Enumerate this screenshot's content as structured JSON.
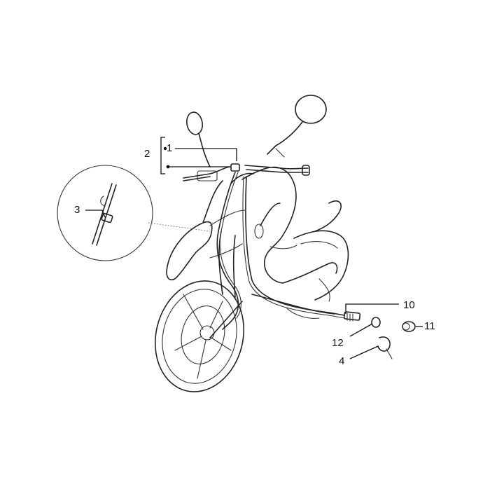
{
  "callouts": [
    {
      "id": "c1",
      "label": "1"
    },
    {
      "id": "c2",
      "label": "2"
    },
    {
      "id": "c3",
      "label": "3"
    },
    {
      "id": "c4",
      "label": "4"
    },
    {
      "id": "c10",
      "label": "10"
    },
    {
      "id": "c11",
      "label": "11"
    },
    {
      "id": "c12",
      "label": "12"
    }
  ]
}
